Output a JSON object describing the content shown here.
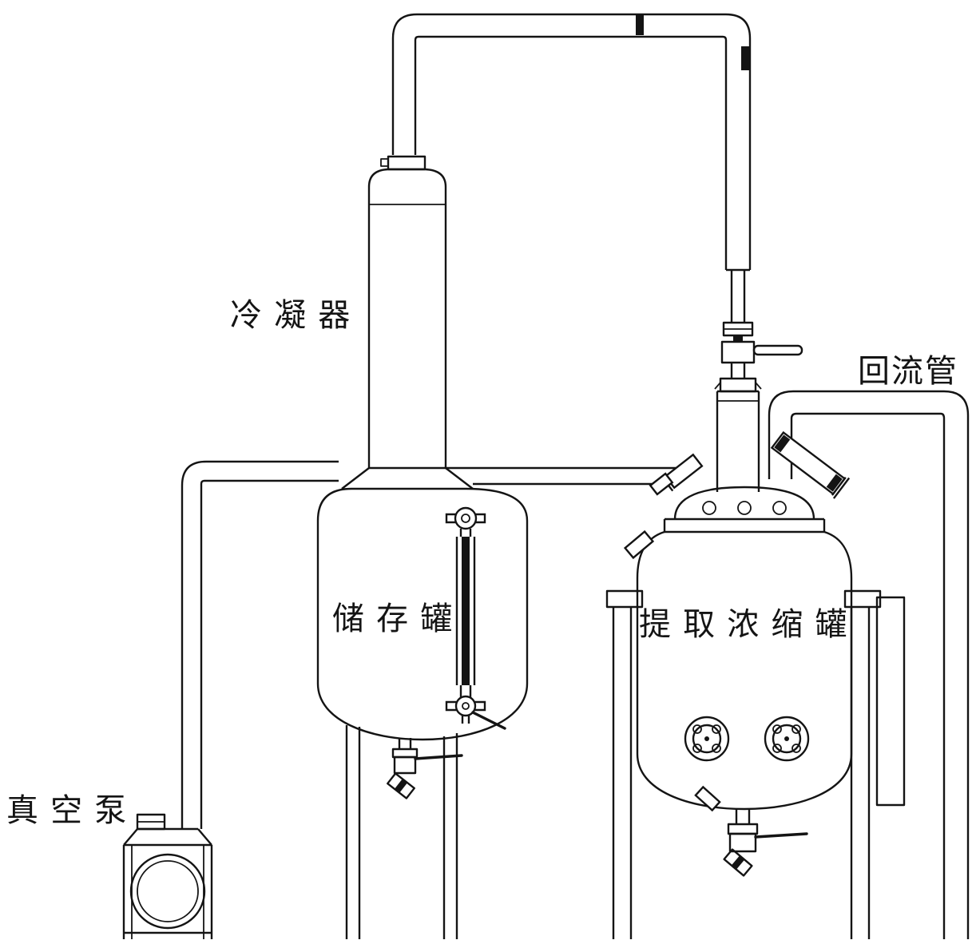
{
  "diagram": {
    "type": "equipment-line-drawing",
    "labels": {
      "condenser": "冷 凝 器",
      "reflux_pipe": "回流管",
      "storage_tank": "储 存 罐",
      "extraction_tank": "提 取 浓 缩 罐",
      "vacuum_pump": "真 空 泵"
    },
    "colors": {
      "line": "#141414",
      "background": "#ffffff"
    }
  }
}
